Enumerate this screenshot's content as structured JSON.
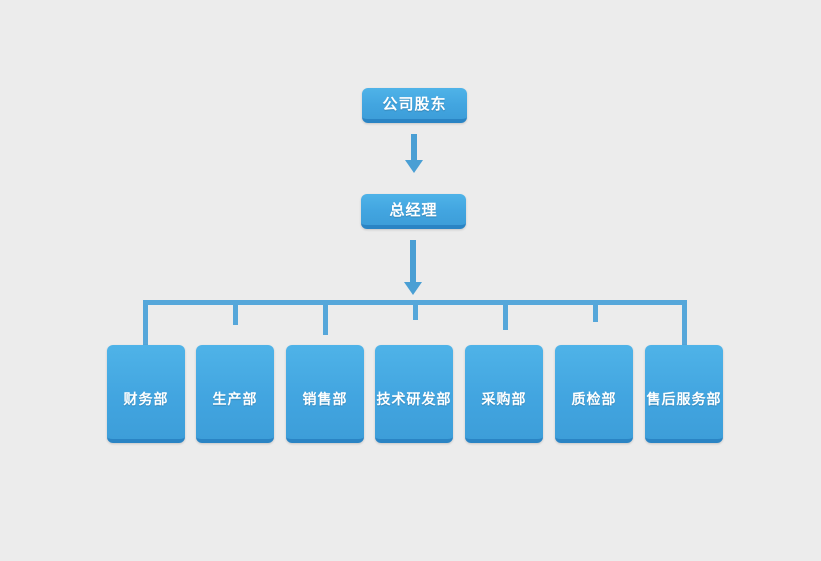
{
  "diagram": {
    "type": "organization-chart",
    "title": "",
    "background_color": "#ececec",
    "node_color": "#42a5e0",
    "node_edge_color": "#2a84c4",
    "connector_color": "#56a7da",
    "text_color": "#ffffff",
    "levels": [
      {
        "level": 1,
        "nodes": [
          {
            "id": "shareholders",
            "label": "公司股东"
          }
        ]
      },
      {
        "level": 2,
        "nodes": [
          {
            "id": "general-manager",
            "label": "总经理"
          }
        ]
      },
      {
        "level": 3,
        "nodes": [
          {
            "id": "finance",
            "label": "财务部"
          },
          {
            "id": "production",
            "label": "生产部"
          },
          {
            "id": "sales",
            "label": "销售部"
          },
          {
            "id": "rd",
            "label": "技术研发部"
          },
          {
            "id": "purchasing",
            "label": "采购部"
          },
          {
            "id": "quality",
            "label": "质检部"
          },
          {
            "id": "after-sales",
            "label": "售后服务部"
          }
        ]
      }
    ],
    "connectors": [
      {
        "id": "arrow-shareholders-to-gm",
        "kind": "arrow-down"
      },
      {
        "id": "arrow-gm-to-bus",
        "kind": "arrow-down"
      },
      {
        "id": "bus-departments",
        "kind": "horizontal-bus"
      }
    ]
  }
}
